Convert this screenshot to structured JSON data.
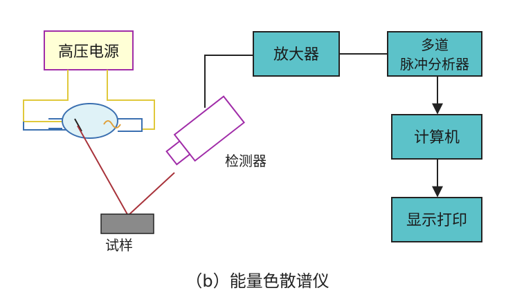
{
  "labels": {
    "power_supply": "高压电源",
    "amplifier": "放大器",
    "mca_line1": "多道",
    "mca_line2": "脉冲分析器",
    "detector": "检测器",
    "computer": "计算机",
    "display_print": "显示打印",
    "sample": "试样",
    "caption": "（b）能量色散谱仪"
  },
  "colors": {
    "box_fill": "#5cc2c9",
    "box_stroke": "#222222",
    "power_fill": "#ffffd6",
    "power_stroke": "#a02ca8",
    "detector_stroke": "#a02ca8",
    "beam": "#a8323a",
    "wire": "#e0c83a",
    "tube_outline": "#3a6fb0",
    "sample_fill": "#8a8a8a",
    "line": "#222222"
  }
}
